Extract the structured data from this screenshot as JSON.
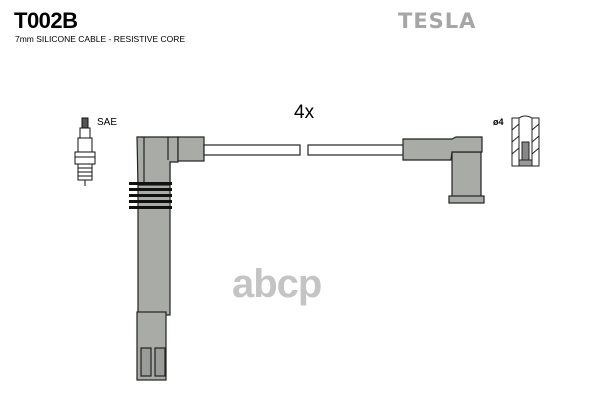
{
  "product": {
    "code": "T002B",
    "description": "7mm SILICONE CABLE - RESISTIVE CORE",
    "brand": "TESLA"
  },
  "diagram": {
    "quantity_label": "4x",
    "plug_type_label": "SAE",
    "terminal_label": "ø4",
    "watermark": "abcp"
  },
  "colors": {
    "boot": "#a9aba6",
    "outline": "#222222",
    "brand": "#a6a6a6"
  }
}
